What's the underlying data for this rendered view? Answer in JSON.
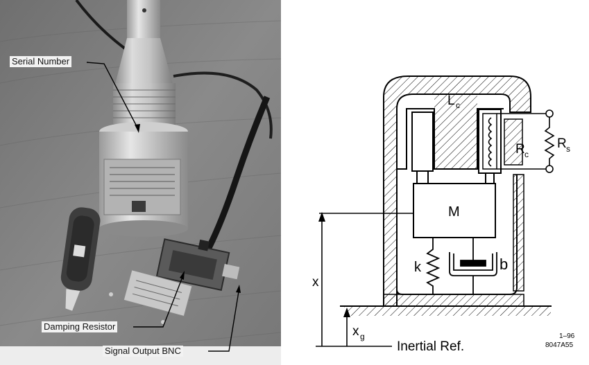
{
  "photo": {
    "callouts": {
      "serial_number": "Serial Number",
      "damping_resistor": "Damping Resistor",
      "signal_output": "Signal Output BNC"
    }
  },
  "schematic": {
    "labels": {
      "coil_inductance": "L",
      "coil_inductance_sub": "c",
      "coil_resistance": "R",
      "coil_resistance_sub": "c",
      "shunt_resistance": "R",
      "shunt_resistance_sub": "s",
      "mass": "M",
      "spring": "k",
      "damper": "b",
      "mass_displacement": "x",
      "ground_displacement": "x",
      "ground_displacement_sub": "g",
      "reference": "Inertial Ref."
    },
    "figure_code_line1": "1–96",
    "figure_code_line2": "8047A55"
  }
}
